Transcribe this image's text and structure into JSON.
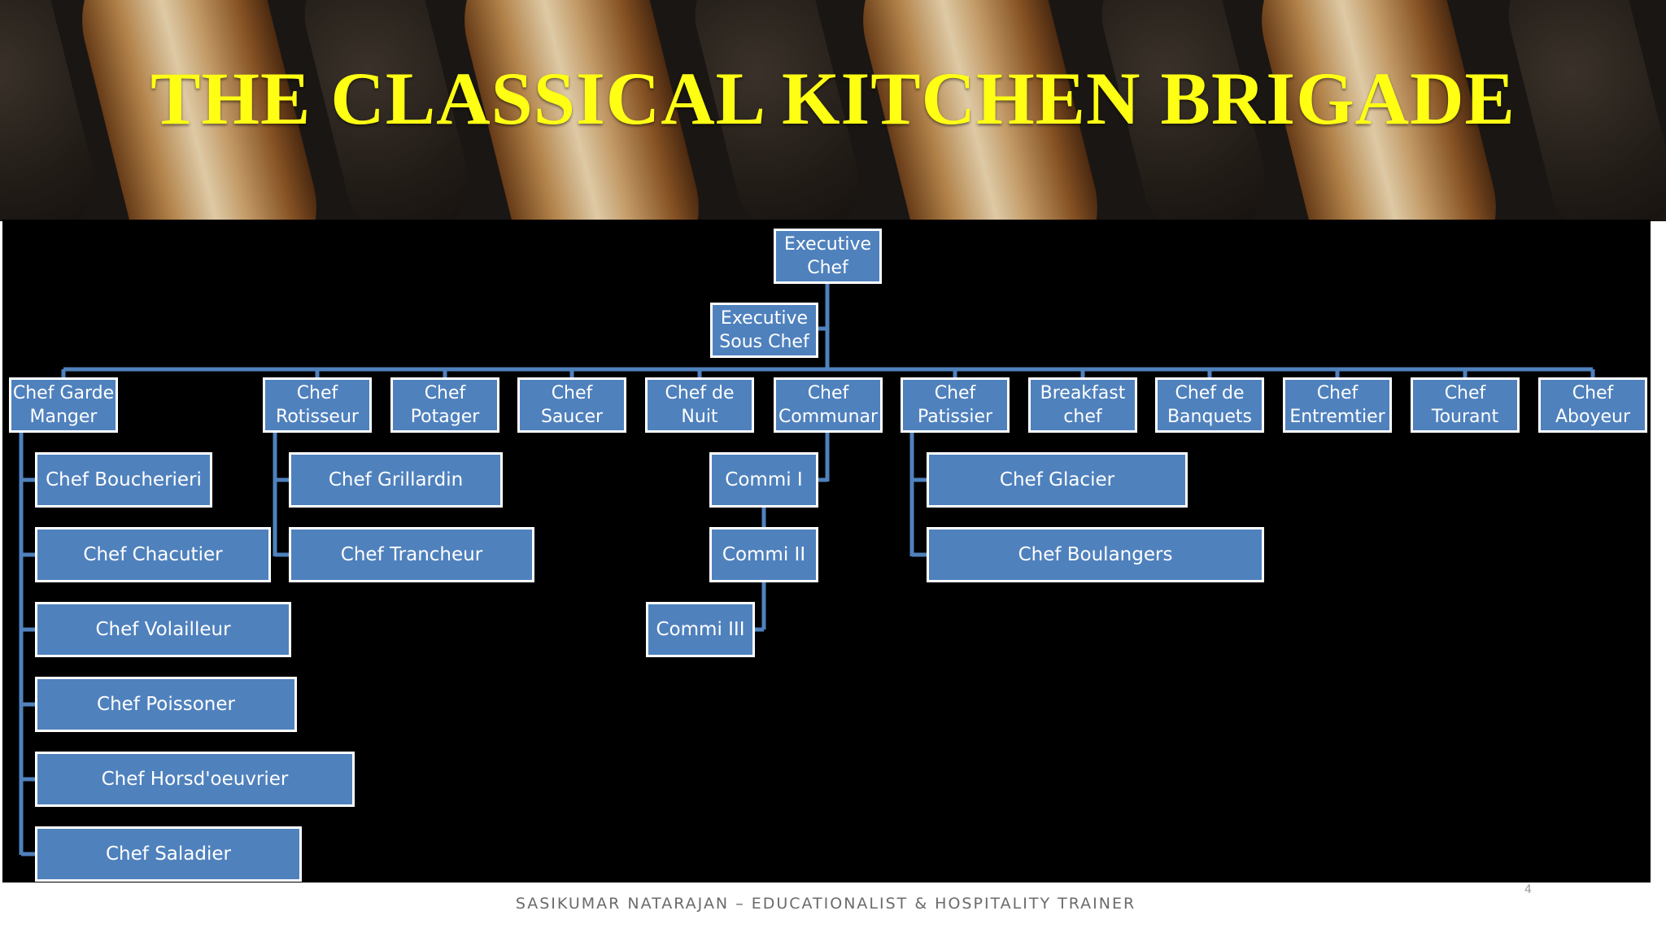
{
  "slide": {
    "title": "THE CLASSICAL KITCHEN BRIGADE",
    "footer": "SASIKUMAR  NATARAJAN – EDUCATIONALIST & HOSPITALITY TRAINER",
    "page_number": "4"
  },
  "colors": {
    "title": "#ffff14",
    "node_fill": "#4f81bd",
    "node_border": "#ffffff",
    "connector": "#4f81bd",
    "panel": "#000000"
  },
  "org_chart": {
    "executive_chef": "Executive\nChef",
    "executive_sous_chef": "Executive\nSous Chef",
    "stations": [
      "Chef Garde\nManger",
      "Chef\nRotisseur",
      "Chef\nPotager",
      "Chef\nSaucer",
      "Chef de\nNuit",
      "Chef\nCommunar",
      "Chef\nPatissier",
      "Breakfast\nchef",
      "Chef de\nBanquets",
      "Chef\nEntremtier",
      "Chef\nTourant",
      "Chef\nAboyeur"
    ],
    "garde_manger_team": [
      "Chef Boucherieri",
      "Chef Chacutier",
      "Chef Volailleur",
      "Chef Poissoner",
      "Chef Horsd'oeuvrier",
      "Chef Saladier"
    ],
    "rotisseur_team": [
      "Chef Grillardin",
      "Chef Trancheur"
    ],
    "communar_team": [
      "Commi I",
      "Commi II",
      "Commi III"
    ],
    "patissier_team": [
      "Chef Glacier",
      "Chef Boulangers"
    ]
  }
}
